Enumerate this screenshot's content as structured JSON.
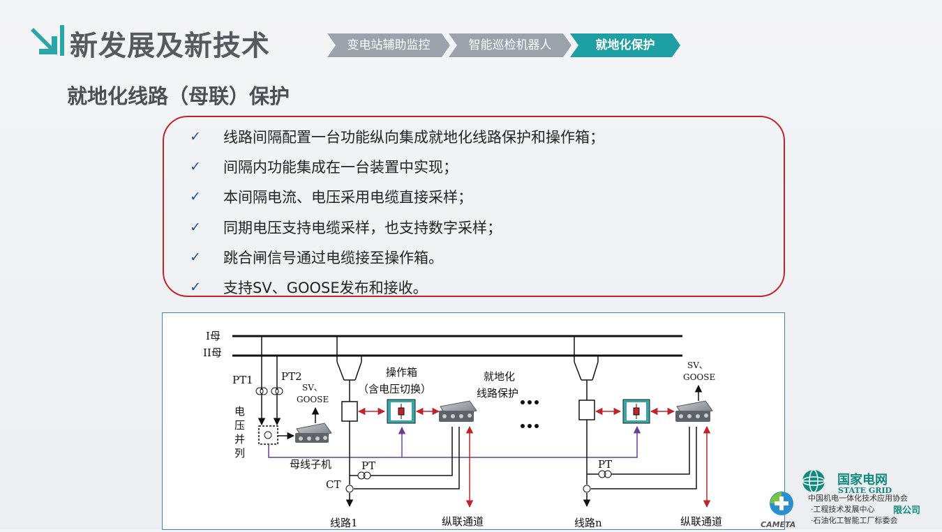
{
  "header": {
    "title": "新发展及新技术",
    "tabs": [
      "变电站辅助监控",
      "智能巡检机器人",
      "就地化保护"
    ],
    "active_tab": "就地化保护"
  },
  "section": {
    "subtitle": "就地化线路（母联）保护"
  },
  "bullets": [
    "线路间隔配置一台功能纵向集成就地化线路保护和操作箱；",
    "间隔内功能集成在一台装置中实现；",
    "本间隔电流、电压采用电缆直接采样；",
    "同期电压支持电缆采样，也支持数字采样；",
    "跳合闸信号通过电缆接至操作箱。",
    "支持SV、GOOSE发布和接收。"
  ],
  "diagram": {
    "bus1": "I母",
    "bus2": "II母",
    "pt1": "PT1",
    "pt2": "PT2",
    "sv_left_1": "SV、",
    "sv_left_2": "GOOSE",
    "voltage_parallel": [
      "电",
      "压",
      "并",
      "列"
    ],
    "bus_unit": "母线子机",
    "op_box_1": "操作箱",
    "op_box_2": "（含电压切换）",
    "local_prot_1": "就地化",
    "local_prot_2": "线路保护",
    "pt_a": "PT",
    "pt_b": "PT",
    "ct": "CT",
    "line1": "线路1",
    "linen": "线路n",
    "pilot_1": "纵联通道",
    "pilot_2": "纵联通道",
    "sv_right_1": "SV、",
    "sv_right_2": "GOOSE"
  },
  "logos": {
    "sgcc_cn": "国家电网",
    "sgcc_en": "STATE GRID",
    "sgcc_company": "限公司",
    "cameta": "CAMETA",
    "assoc_1": "中国机电一体化技术应用协会",
    "assoc_2": "·工程技术发展中心",
    "assoc_3": "·石油化工智能工厂标委会"
  },
  "colors": {
    "accent": "#1d9fa4",
    "tab_inactive": "#9aa2ab",
    "box_border": "#c0242a",
    "check": "#1f4e9b"
  }
}
